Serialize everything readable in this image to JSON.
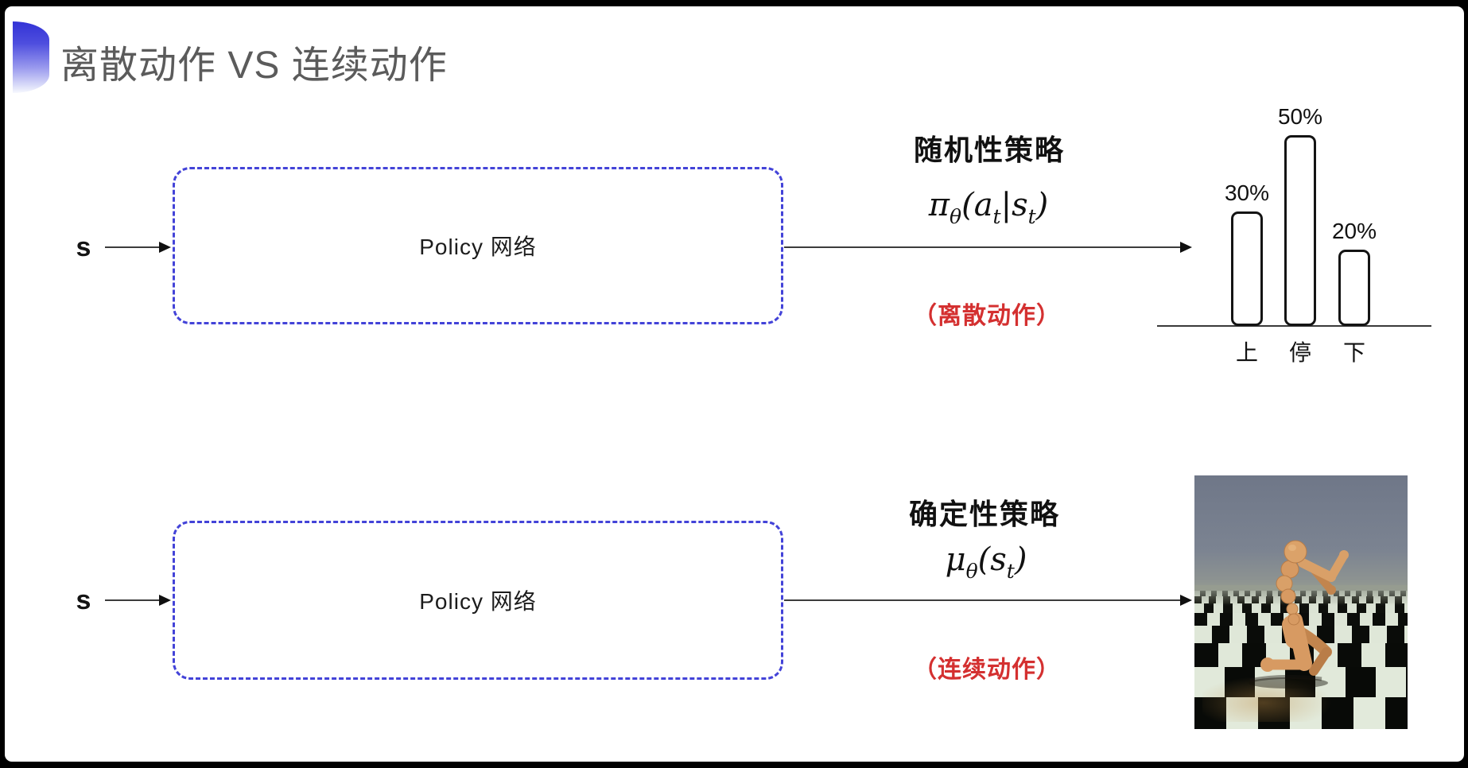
{
  "slide": {
    "title": "离散动作 VS 连续动作"
  },
  "rows": [
    {
      "input_label": "s",
      "box_label": "Policy 网络",
      "policy_type": "随机性策略",
      "formula": [
        {
          "t": "π"
        },
        {
          "sub": "θ"
        },
        {
          "t": "("
        },
        {
          "t": "a"
        },
        {
          "sub": "t"
        },
        {
          "t": "|"
        },
        {
          "t": "s"
        },
        {
          "sub": "t"
        },
        {
          "t": ")"
        }
      ],
      "action_note": "（离散动作）"
    },
    {
      "input_label": "s",
      "box_label": "Policy 网络",
      "policy_type": "确定性策略",
      "formula": [
        {
          "t": "μ"
        },
        {
          "sub": "θ"
        },
        {
          "t": "("
        },
        {
          "t": "s"
        },
        {
          "sub": "t"
        },
        {
          "t": ")"
        }
      ],
      "action_note": "（连续动作）"
    }
  ],
  "chart_data": {
    "type": "bar",
    "categories": [
      "上",
      "停",
      "下"
    ],
    "values": [
      30,
      50,
      20
    ],
    "value_labels": [
      "30%",
      "50%",
      "20%"
    ],
    "title": "",
    "xlabel": "",
    "ylabel": "",
    "ylim": [
      0,
      60
    ],
    "grid": false,
    "legend": false
  },
  "colors": {
    "accent_blue": "#4343d8",
    "label_red": "#d43030",
    "title_gray": "#5b5b5b",
    "bar_stroke": "#141414"
  }
}
